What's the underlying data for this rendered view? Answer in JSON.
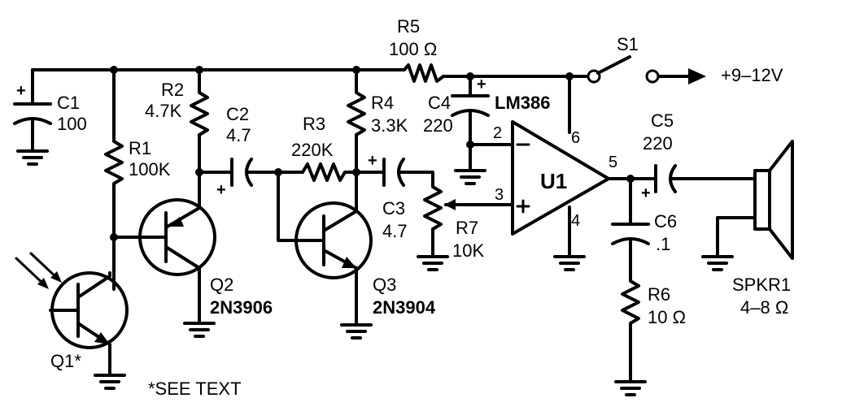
{
  "supply": {
    "label": "+9–12V"
  },
  "switch": {
    "ref": "S1"
  },
  "opamp": {
    "ref": "U1",
    "part": "LM386",
    "pin2": "2",
    "pin3": "3",
    "pin4": "4",
    "pin5": "5",
    "pin6": "6"
  },
  "components": {
    "C1": {
      "ref": "C1",
      "value": "100"
    },
    "R1": {
      "ref": "R1",
      "value": "100K"
    },
    "R2": {
      "ref": "R2",
      "value": "4.7K"
    },
    "C2": {
      "ref": "C2",
      "value": "4.7"
    },
    "R3": {
      "ref": "R3",
      "value": "220K"
    },
    "R4": {
      "ref": "R4",
      "value": "3.3K"
    },
    "R5": {
      "ref": "R5",
      "value": "100 Ω"
    },
    "C4": {
      "ref": "C4",
      "value": "220"
    },
    "C3": {
      "ref": "C3",
      "value": "4.7"
    },
    "R7": {
      "ref": "R7",
      "value": "10K"
    },
    "C5": {
      "ref": "C5",
      "value": "220"
    },
    "C6": {
      "ref": "C6",
      "value": ".1"
    },
    "R6": {
      "ref": "R6",
      "value": "10 Ω"
    },
    "SPKR1": {
      "ref": "SPKR1",
      "value": "4–8 Ω"
    }
  },
  "transistors": {
    "Q1": {
      "ref": "Q1*"
    },
    "Q2": {
      "ref": "Q2",
      "part": "2N3906"
    },
    "Q3": {
      "ref": "Q3",
      "part": "2N3904"
    }
  },
  "note": "*SEE TEXT",
  "polarity": {
    "plus": "+",
    "minus": "−"
  }
}
